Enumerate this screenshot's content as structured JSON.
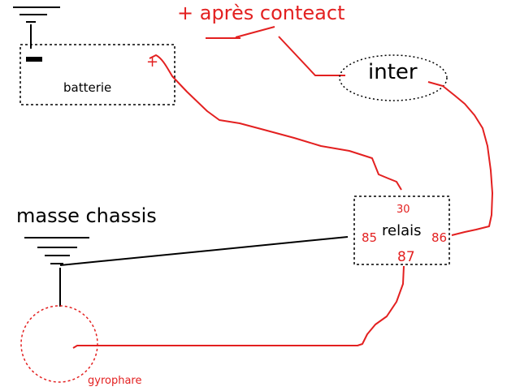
{
  "labels": {
    "apres_contact": "+ après conteact",
    "batterie": "batterie",
    "battery_plus": "+",
    "inter": "inter",
    "masse_chassis": "masse chassis",
    "relais": "relais",
    "pin_30": "30",
    "pin_85": "85",
    "pin_86": "86",
    "pin_87": "87",
    "gyrophare": "gyrophare"
  },
  "colors": {
    "wire_red": "#e32020",
    "wire_black": "#000000",
    "outline_black": "#000000"
  }
}
